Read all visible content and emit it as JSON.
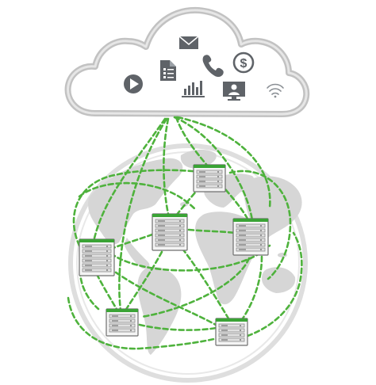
{
  "colors": {
    "accent_green": "#4eb23c",
    "rack_cap_green": "#3aa335",
    "icon_gray": "#5f6368",
    "cloud_stroke": "#bdbdbd",
    "globe_gray": "#d6d6d6"
  },
  "cloud": {
    "icons": [
      "play-icon",
      "document-icon",
      "mail-icon",
      "phone-icon",
      "dollar-icon",
      "bar-chart-icon",
      "user-monitor-icon",
      "wifi-icon"
    ]
  },
  "nodes": [
    "server-rack-top",
    "server-rack-center",
    "server-rack-right",
    "server-rack-left",
    "server-rack-bottom-left",
    "server-rack-bottom-right"
  ]
}
